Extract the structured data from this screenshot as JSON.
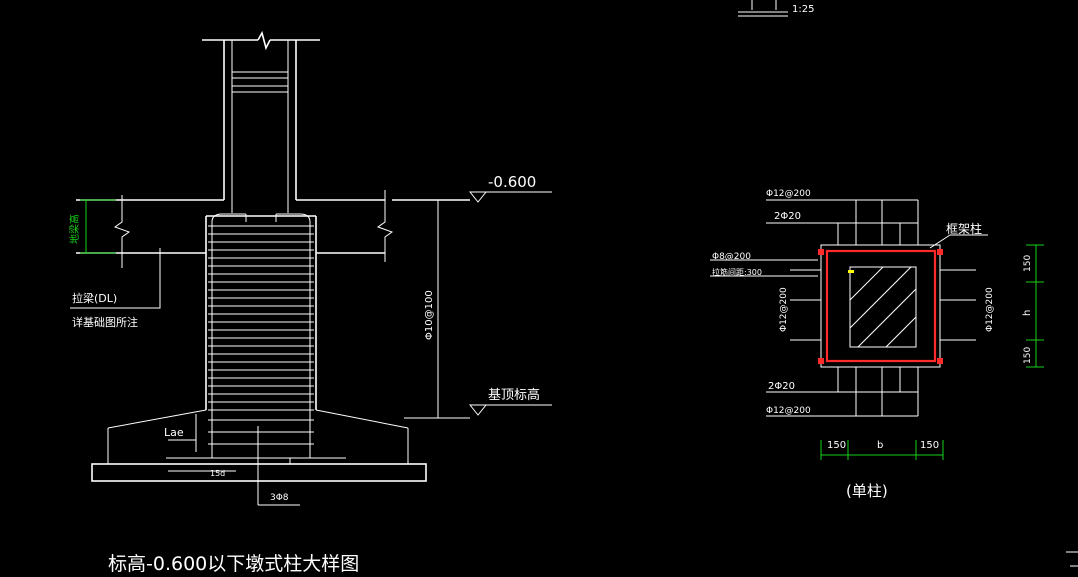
{
  "colors": {
    "background": "#000000",
    "line": "#ffffff",
    "rebar_ring": "#ff2a2a",
    "dimension": "#18d018",
    "accent_yellow": "#ffff00"
  },
  "header": {
    "scale": "1:25"
  },
  "pier_detail": {
    "title": "标高-0.600以下墩式柱大样图",
    "elevation_top": "-0.600",
    "elevation_bottom": "基顶标高",
    "stirrup_spec": "Φ10@100",
    "beam_height_label": "地梁高",
    "tie_beam_label": "拉梁(DL)",
    "tie_beam_note": "详基础图所注",
    "anchorage_label": "Lae",
    "hook_length_label": "15d",
    "bottom_bar_label": "3Φ8"
  },
  "section_detail": {
    "top_bar_1": "Φ12@200",
    "top_bar_2": "2Φ20",
    "tie_bar": "Φ8@200",
    "tie_bar_note": "拉筋间距:300",
    "frame_column": "框架柱",
    "left_vertical": "Φ12@200",
    "right_vertical": "Φ12@200",
    "bottom_bar_1": "2Φ20",
    "bottom_bar_2": "Φ12@200",
    "dim_cover_top": "150",
    "dim_height": "h",
    "dim_cover_bottom": "150",
    "dim_cover_left": "150",
    "dim_width": "b",
    "dim_cover_right": "150",
    "caption": "(单柱)"
  }
}
